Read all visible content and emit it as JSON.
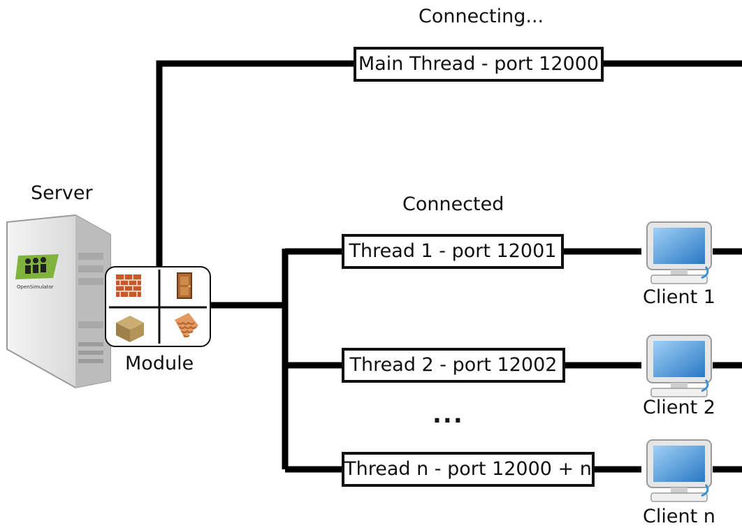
{
  "status": {
    "connecting": "Connecting...",
    "connected": "Connected"
  },
  "server": {
    "label": "Server",
    "logo_text": "OpenSimulator"
  },
  "module": {
    "label": "Module",
    "icons": [
      "brick-wall-icon",
      "door-icon",
      "box-icon",
      "roof-tiles-icon"
    ]
  },
  "threads": {
    "main": "Main Thread - port 12000",
    "t1": "Thread 1 - port 12001",
    "t2": "Thread 2 - port 12002",
    "tn": "Thread n - port 12000 + n",
    "ellipsis": "..."
  },
  "clients": {
    "c1": "Client 1",
    "c2": "Client 2",
    "cn": "Client n"
  },
  "colors": {
    "line": "#000000",
    "server_body": "#d9d9d9",
    "logo_green": "#7fb33d",
    "monitor_screen": "#3b8fd6"
  }
}
